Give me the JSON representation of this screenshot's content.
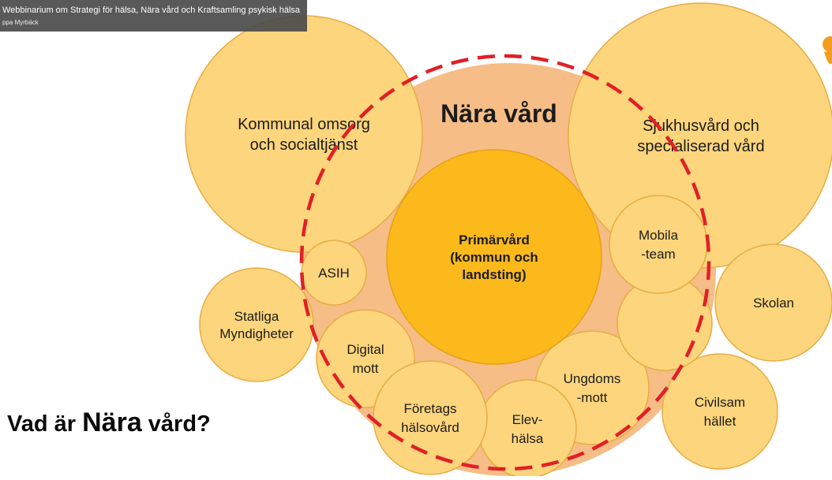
{
  "title_bar": {
    "line1": "Webbinarium om Strategi för hälsa, Nära vård och Kraftsamling psykisk hälsa",
    "line2": "ppa Myrbäck"
  },
  "heading": {
    "prefix": "Vad är ",
    "emphasis": "Nära",
    "suffix": " vård?"
  },
  "center_label": "Nära vård",
  "colors": {
    "bubble": "#fdd57c",
    "bubble_stroke": "#e7ac44",
    "core": "#fbb91c",
    "core_stroke": "#e7a114",
    "zone": "#f6bd86",
    "dashed_ring": "#e11f26"
  },
  "bubbles": [
    {
      "name": "kommunal",
      "lines": [
        "Kommunal omsorg",
        "och socialtjänst"
      ]
    },
    {
      "name": "sjukhus",
      "lines": [
        "Sjukhusvård och",
        "specialiserad vård"
      ]
    },
    {
      "name": "primarvard",
      "lines": [
        "Primärvård",
        "(kommun och",
        "landsting)"
      ]
    },
    {
      "name": "asih",
      "lines": [
        "ASIH"
      ]
    },
    {
      "name": "mobila",
      "lines": [
        "Mobila",
        "-team"
      ]
    },
    {
      "name": "empty",
      "lines": []
    },
    {
      "name": "statliga",
      "lines": [
        "Statliga",
        "Myndigheter"
      ]
    },
    {
      "name": "skolan",
      "lines": [
        "Skolan"
      ]
    },
    {
      "name": "digital",
      "lines": [
        "Digital",
        "mott"
      ]
    },
    {
      "name": "ungdoms",
      "lines": [
        "Ungdoms",
        "-mott"
      ]
    },
    {
      "name": "civilsam",
      "lines": [
        "Civilsam",
        "hället"
      ]
    },
    {
      "name": "foretags",
      "lines": [
        "Företags",
        "hälsovård"
      ]
    },
    {
      "name": "elev",
      "lines": [
        "Elev-",
        "hälsa"
      ]
    }
  ]
}
